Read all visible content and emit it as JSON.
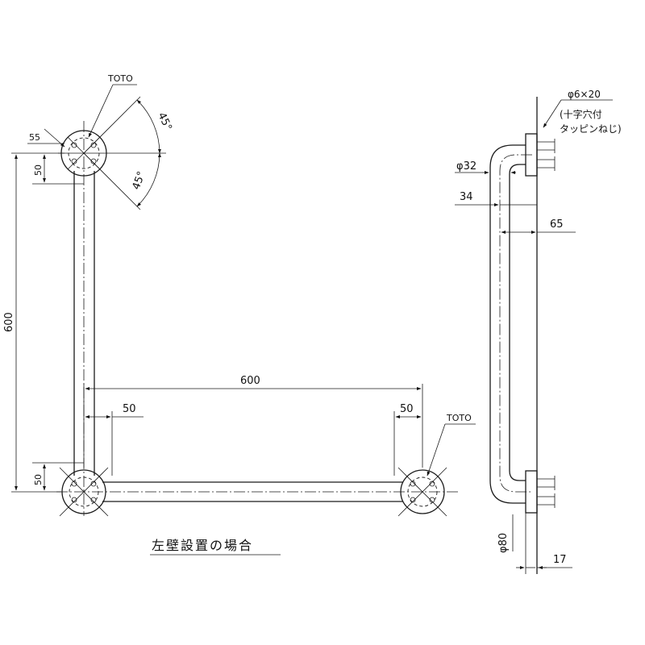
{
  "front_view": {
    "brand_label_top": "TOTO",
    "brand_label_bottom": "TOTO",
    "dim_flange_dia": "55",
    "dim_offset_top": "50",
    "dim_vertical_length": "600",
    "dim_offset_bottom": "50",
    "dim_horizontal_length": "600",
    "dim_offset_left": "50",
    "dim_offset_right": "50",
    "angle_upper": "45°",
    "angle_lower": "45°",
    "caption": "左壁設置の場合"
  },
  "side_view": {
    "screw_spec": "φ6×20",
    "screw_note_line1": "(十字穴付",
    "screw_note_line2": "タッピンねじ)",
    "dim_pipe_dia": "φ32",
    "dim_offset_34": "34",
    "dim_projection": "65",
    "dim_flange_dia": "φ80",
    "dim_flange_thickness": "17"
  }
}
